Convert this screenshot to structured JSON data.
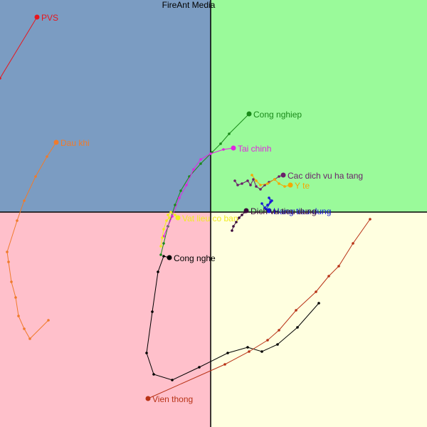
{
  "title": "FireAnt Media",
  "chart_data": {
    "type": "scatter",
    "variant": "relative-rotation-graph",
    "title": "FireAnt Media",
    "xlabel": "",
    "ylabel": "",
    "xlim": [
      -296,
      304
    ],
    "ylim": [
      -302,
      298
    ],
    "grid": false,
    "axes_cross_at": [
      0,
      0
    ],
    "quadrant_colors": {
      "top_left": "#7b9cc2",
      "top_right": "#9afa9a",
      "bottom_left": "#ffc0cb",
      "bottom_right": "#ffffe0"
    },
    "series": [
      {
        "name": "PVS",
        "color": "#e8161d",
        "points": [
          [
            -296,
            188
          ],
          [
            -244,
            274
          ]
        ]
      },
      {
        "name": "Dau khi",
        "color": "#f07b2c",
        "points": [
          [
            -228,
            -152
          ],
          [
            -254,
            -178
          ],
          [
            -262,
            -164
          ],
          [
            -270,
            -146
          ],
          [
            -274,
            -120
          ],
          [
            -280,
            -98
          ],
          [
            -284,
            -70
          ],
          [
            -286,
            -56
          ],
          [
            -272,
            -12
          ],
          [
            -262,
            16
          ],
          [
            -246,
            50
          ],
          [
            -230,
            78
          ],
          [
            -217,
            98
          ]
        ]
      },
      {
        "name": "Cong nghiep",
        "color": "#1a8a1a",
        "points": [
          [
            -70,
            -60
          ],
          [
            -66,
            -44
          ],
          [
            -60,
            -20
          ],
          [
            -50,
            10
          ],
          [
            -42,
            30
          ],
          [
            -30,
            50
          ],
          [
            -14,
            68
          ],
          [
            2,
            84
          ],
          [
            14,
            96
          ],
          [
            26,
            110
          ],
          [
            54,
            138
          ]
        ]
      },
      {
        "name": "Tai chinh",
        "color": "#e026e0",
        "points": [
          [
            -66,
            -34
          ],
          [
            -54,
            -6
          ],
          [
            -44,
            20
          ],
          [
            -34,
            38
          ],
          [
            -24,
            60
          ],
          [
            -14,
            74
          ],
          [
            0,
            82
          ],
          [
            18,
            88
          ],
          [
            32,
            90
          ]
        ]
      },
      {
        "name": "Cac dich vu ha tang",
        "color": "#6a1f6a",
        "points": [
          [
            34,
            44
          ],
          [
            38,
            38
          ],
          [
            44,
            40
          ],
          [
            52,
            44
          ],
          [
            56,
            38
          ],
          [
            60,
            46
          ],
          [
            64,
            36
          ],
          [
            70,
            32
          ],
          [
            76,
            38
          ],
          [
            82,
            42
          ],
          [
            90,
            46
          ],
          [
            96,
            50
          ],
          [
            102,
            52
          ]
        ]
      },
      {
        "name": "Y te",
        "color": "#f5a800",
        "points": [
          [
            58,
            52
          ],
          [
            64,
            44
          ],
          [
            70,
            38
          ],
          [
            80,
            40
          ],
          [
            90,
            46
          ],
          [
            96,
            40
          ],
          [
            104,
            36
          ],
          [
            112,
            38
          ]
        ]
      },
      {
        "name": "Hang tieu dung",
        "color": "#1717d6",
        "points": [
          [
            72,
            12
          ],
          [
            76,
            6
          ],
          [
            80,
            10
          ],
          [
            84,
            14
          ],
          [
            82,
            20
          ],
          [
            86,
            16
          ],
          [
            78,
            4
          ],
          [
            82,
            2
          ]
        ]
      },
      {
        "name": "Dich vu tieu dung",
        "color": "#3a0a3a",
        "points": [
          [
            30,
            -26
          ],
          [
            32,
            -20
          ],
          [
            36,
            -14
          ],
          [
            40,
            -8
          ],
          [
            44,
            -4
          ],
          [
            48,
            0
          ],
          [
            50,
            2
          ]
        ]
      },
      {
        "name": "Vat lieu co ban",
        "color": "#f0ec1f",
        "points": [
          [
            -70,
            -48
          ],
          [
            -68,
            -36
          ],
          [
            -66,
            -24
          ],
          [
            -62,
            -12
          ],
          [
            -58,
            -8
          ],
          [
            -60,
            -4
          ],
          [
            -56,
            0
          ],
          [
            -50,
            -4
          ],
          [
            -46,
            -8
          ]
        ]
      },
      {
        "name": "Cong nghe",
        "color": "#000000",
        "points": [
          [
            152,
            -128
          ],
          [
            122,
            -162
          ],
          [
            94,
            -186
          ],
          [
            72,
            -196
          ],
          [
            52,
            -190
          ],
          [
            24,
            -198
          ],
          [
            -16,
            -218
          ],
          [
            -54,
            -236
          ],
          [
            -80,
            -228
          ],
          [
            -90,
            -198
          ],
          [
            -82,
            -140
          ],
          [
            -74,
            -84
          ],
          [
            -66,
            -62
          ],
          [
            -58,
            -64
          ]
        ]
      },
      {
        "name": "Vien thong",
        "color": "#b83216",
        "points": [
          [
            224,
            -10
          ],
          [
            200,
            -44
          ],
          [
            180,
            -76
          ],
          [
            166,
            -90
          ],
          [
            148,
            -112
          ],
          [
            120,
            -138
          ],
          [
            96,
            -166
          ],
          [
            80,
            -180
          ],
          [
            54,
            -196
          ],
          [
            20,
            -214
          ],
          [
            -88,
            -262
          ]
        ]
      }
    ]
  }
}
